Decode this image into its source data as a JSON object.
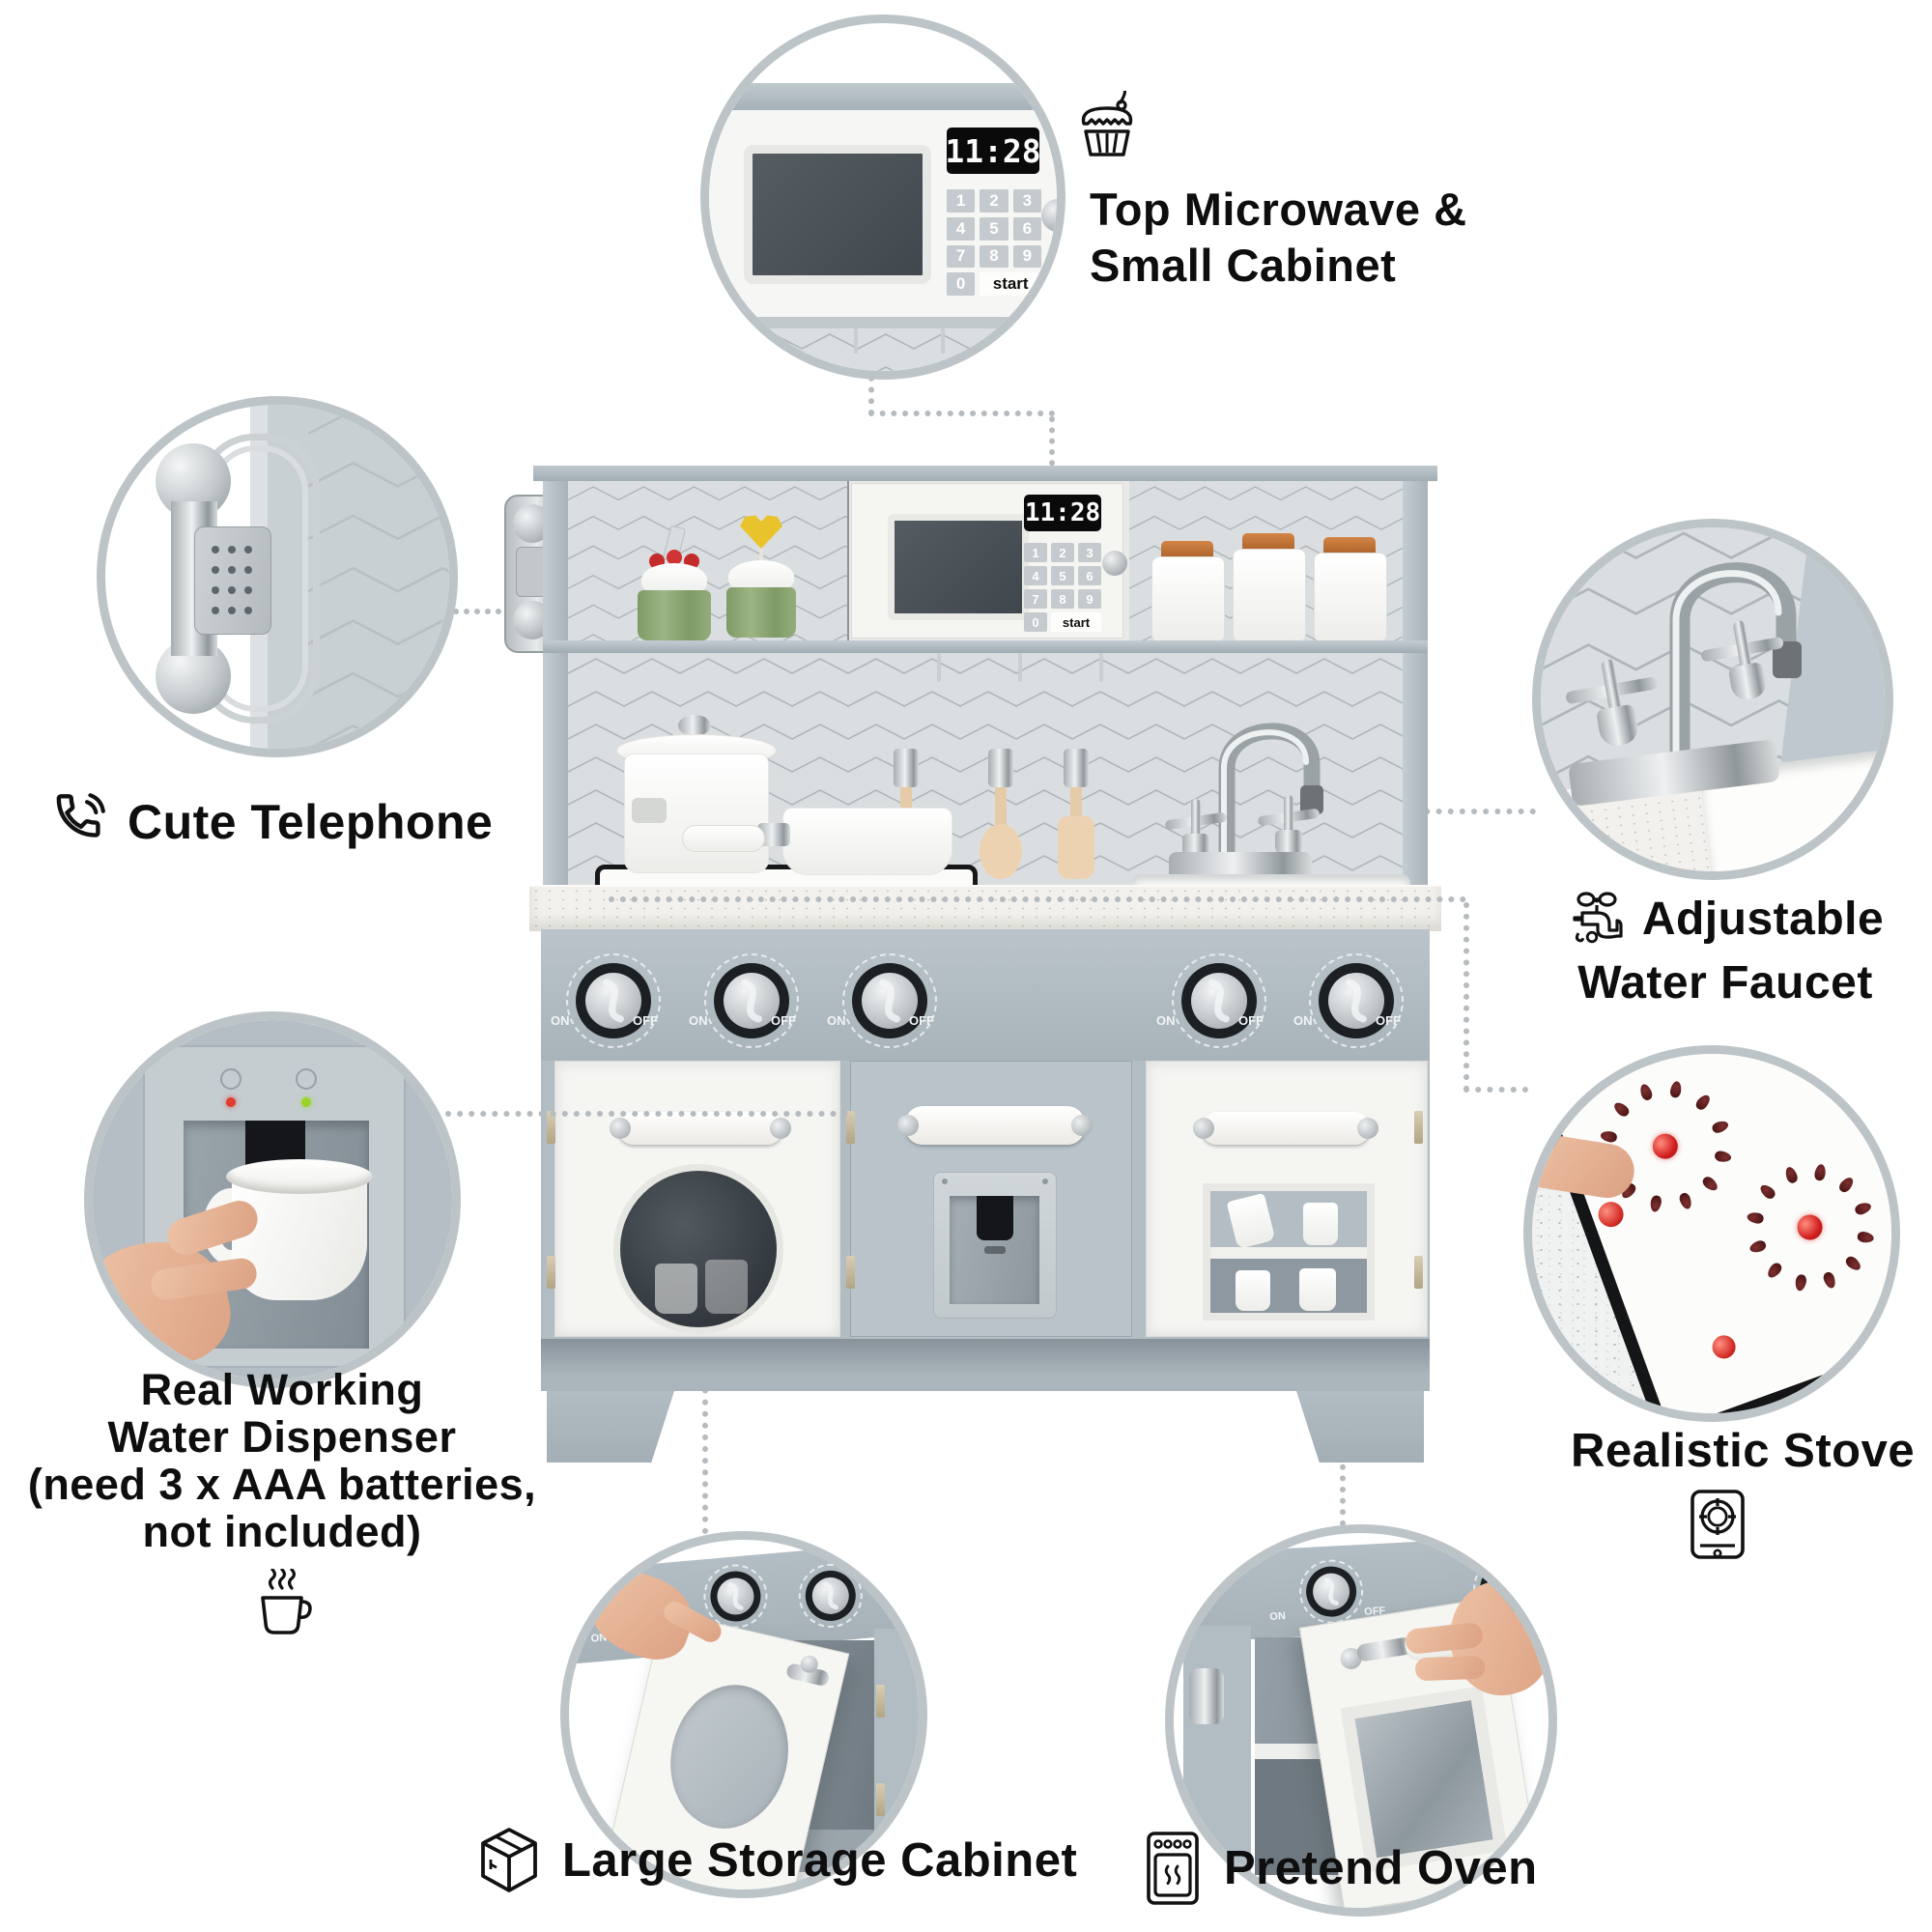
{
  "callouts": {
    "microwave": {
      "line1": "Top Microwave &",
      "line2": "Small Cabinet",
      "icon": "cupcake-icon"
    },
    "telephone": {
      "label": "Cute Telephone",
      "icon": "phone-icon"
    },
    "faucet": {
      "line1": "Adjustable",
      "line2": "Water Faucet",
      "icon": "faucet-icon"
    },
    "dispenser": {
      "line1": "Real Working",
      "line2": "Water Dispenser",
      "line3": "(need 3 x AAA batteries,",
      "line4": "not included)",
      "icon": "coffee-cup-icon"
    },
    "stove": {
      "label": "Realistic Stove",
      "icon": "stove-burner-icon"
    },
    "storage": {
      "label": "Large Storage Cabinet",
      "icon": "storage-box-icon"
    },
    "oven": {
      "label": "Pretend Oven",
      "icon": "oven-icon"
    }
  },
  "product": {
    "clock": "11:28",
    "keys": [
      "1",
      "2",
      "3",
      "4",
      "5",
      "6",
      "7",
      "8",
      "9"
    ],
    "zero": "0",
    "start": "start",
    "knob_on": "ON",
    "knob_off": "OFF"
  },
  "colors": {
    "cabinet_gray": "#b2bcc3",
    "backsplash_gray": "#dadee0",
    "callout_ring_gray": "#bdc4c8",
    "door_white": "#f5f5f2",
    "burner_red": "#d22f2f",
    "jar_lid_orange": "#c07a3e",
    "cupcake_green": "#8ea877",
    "utensil_wood": "#e2c6a4",
    "led_red": "#e03c30",
    "led_green": "#9ad32a"
  }
}
